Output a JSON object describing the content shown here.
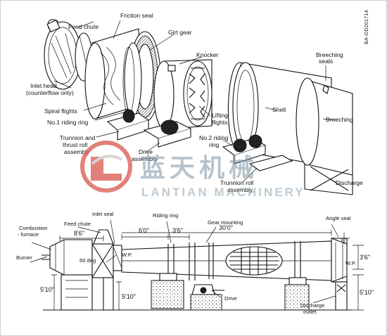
{
  "document_code": "BA-OD201714",
  "top_labels": {
    "feed_chute": "Feed chute",
    "friction_seal": "Friction seal",
    "girt_gear": "Girt gear",
    "knocker": "Knocker",
    "breeching_seals": "Breeching\nseals",
    "inlet_head": "Inlet head\n(counterflow only)",
    "spiral_flights": "Spiral flights",
    "no1_riding_ring": "No.1 riding ring",
    "shell": "Shell",
    "breeching": "Breeching",
    "lifting_flights": "Lifting\nflights",
    "trunnion_thrust": "Trunnion and\nthrust roll\nassembly",
    "drive_assembly": "Drive\nassembly",
    "no2_riding_ring": "No.2 riding\nring",
    "trunnion_roll": "Trunnion roll\nassembly",
    "discharge": "Discharge"
  },
  "bottom_labels": {
    "combustion_furnace": "Combustion\n- furnace",
    "feed_chute": "Feed chute",
    "inlet_seal": "Inlet seal",
    "riding_ring": "Riding ring",
    "gear_mounting": "Gear mounting",
    "angle_seal": "Angle seal",
    "burner": "Burner",
    "wp_left": "W.P.",
    "wp_right": "W.P.",
    "angle": "60 deg",
    "drive": "Drive",
    "discharge_outlet": "Discharge\noutlet"
  },
  "dimensions": {
    "d_8_6": "8'6\"",
    "d_6_0": "6'0\"",
    "d_3_6_top": "3'6\"",
    "d_30_0": "30'0\"",
    "d_6_right": "6\"",
    "d_3_6_right": "3'6\"",
    "d_5_10_left": "5'10\"",
    "d_5_10_mid": "5'10\"",
    "d_5_10_right": "5'10\""
  },
  "watermark": {
    "chinese": "蓝天机械",
    "english": "LANTIAN MACHINERY",
    "logo_color": "#d8584e",
    "text_color": "#7d93a3"
  }
}
